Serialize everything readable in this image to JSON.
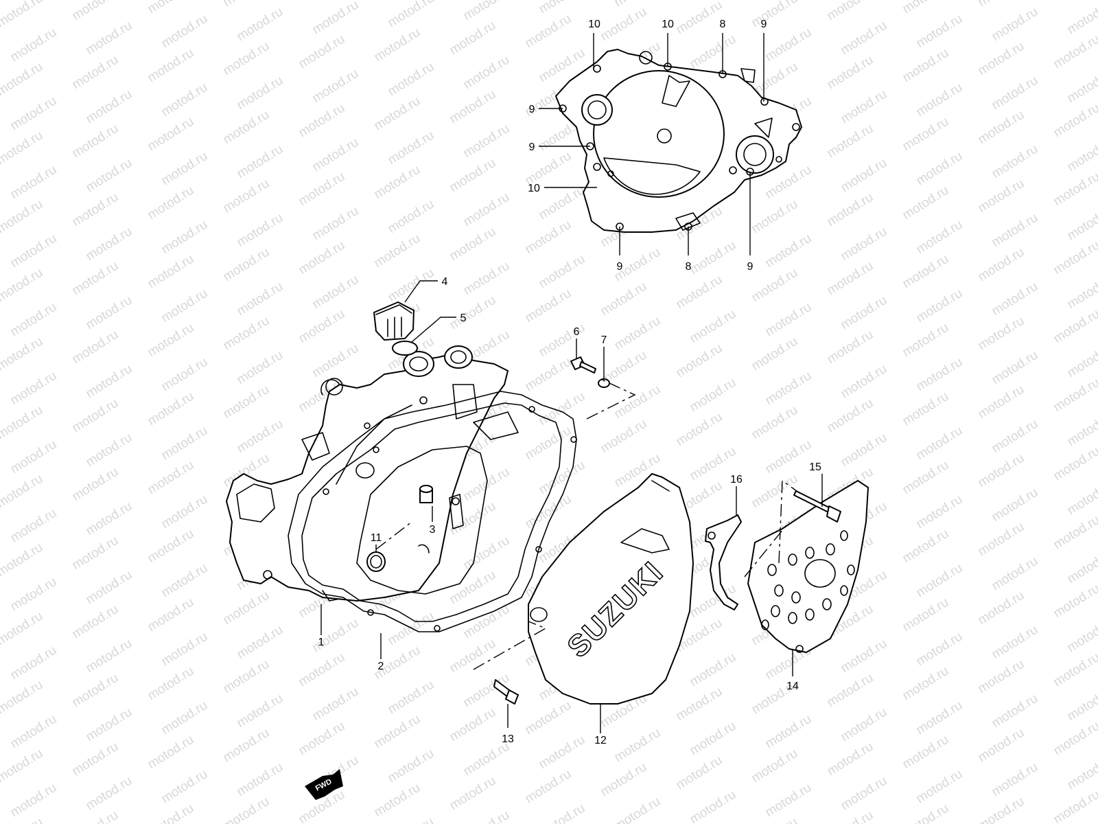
{
  "diagram": {
    "watermark": "motod.ru",
    "brand_logo": "SUZUKI",
    "direction_badge": "FWD",
    "callouts": {
      "p1": "1",
      "p2": "2",
      "p3": "3",
      "p4": "4",
      "p5": "5",
      "p6": "6",
      "p7": "7",
      "p8": "8",
      "p9": "9",
      "p10": "10",
      "p11": "11",
      "p12": "12",
      "p13": "13",
      "p14": "14",
      "p15": "15",
      "p16": "16"
    }
  }
}
